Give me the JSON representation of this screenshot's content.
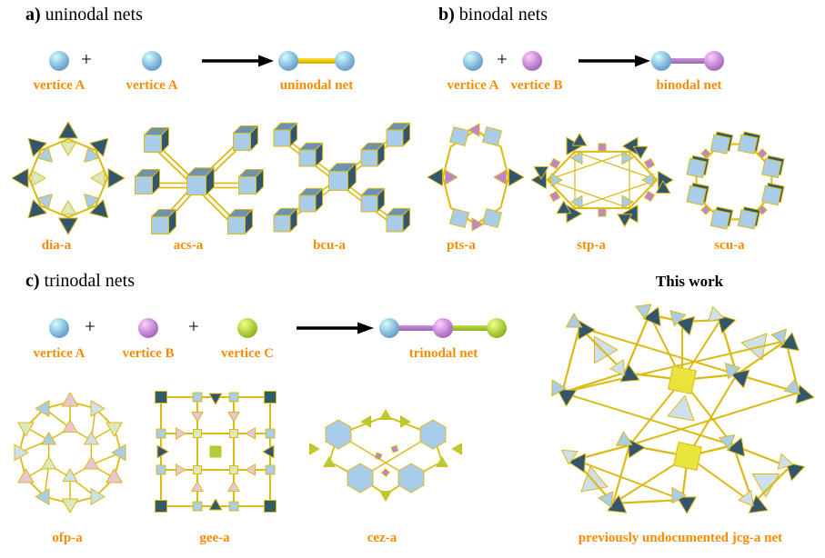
{
  "colors": {
    "accent": "#FB8B00",
    "vertex_a": "#7FB3D8",
    "vertex_b": "#BC7FCE",
    "vertex_c": "#A4C836",
    "bond_uninodal": "#E7C414",
    "bond_ab": "#B07CC8",
    "bond_bc": "#A4C836"
  },
  "palette": {
    "light_blue": "#A9CCE8",
    "pale_blue": "#CFE0ED",
    "mid_blue": "#6E93B0",
    "dark_blue": "#33566E",
    "pink": "#E8C6D6",
    "pale_green": "#DCE9BE",
    "green": "#AFCF3A",
    "teal": "#2F5D6B",
    "purple": "#BD86CC",
    "yellow_square": "#E9E43B",
    "edge_yellow": "#DCBA12"
  },
  "panel_a": {
    "title_prefix": "a)",
    "title": "uninodal nets",
    "plus": "+",
    "term1_label": "vertice A",
    "term2_label": "vertice A",
    "result_label": "uninodal net",
    "nets": [
      {
        "name": "dia-a",
        "motif": "dia"
      },
      {
        "name": "acs-a",
        "motif": "acs"
      },
      {
        "name": "bcu-a",
        "motif": "bcu"
      }
    ]
  },
  "panel_b": {
    "title_prefix": "b)",
    "title": "binodal nets",
    "plus": "+",
    "term1_label": "vertice A",
    "term2_label": "vertice B",
    "result_label": "binodal net",
    "nets": [
      {
        "name": "pts-a",
        "motif": "pts"
      },
      {
        "name": "stp-a",
        "motif": "stp"
      },
      {
        "name": "scu-a",
        "motif": "scu"
      }
    ]
  },
  "panel_c": {
    "title_prefix": "c)",
    "title": "trinodal nets",
    "plus": "+",
    "term1_label": "vertice A",
    "term2_label": "vertice B",
    "term3_label": "vertice C",
    "result_label": "trinodal net",
    "nets": [
      {
        "name": "ofp-a",
        "motif": "ofp"
      },
      {
        "name": "gee-a",
        "motif": "gee"
      },
      {
        "name": "cez-a",
        "motif": "cez"
      }
    ]
  },
  "this_work": {
    "title": "This work",
    "net_name": "previously undocumented jcg-a net",
    "motif": "jcg"
  }
}
